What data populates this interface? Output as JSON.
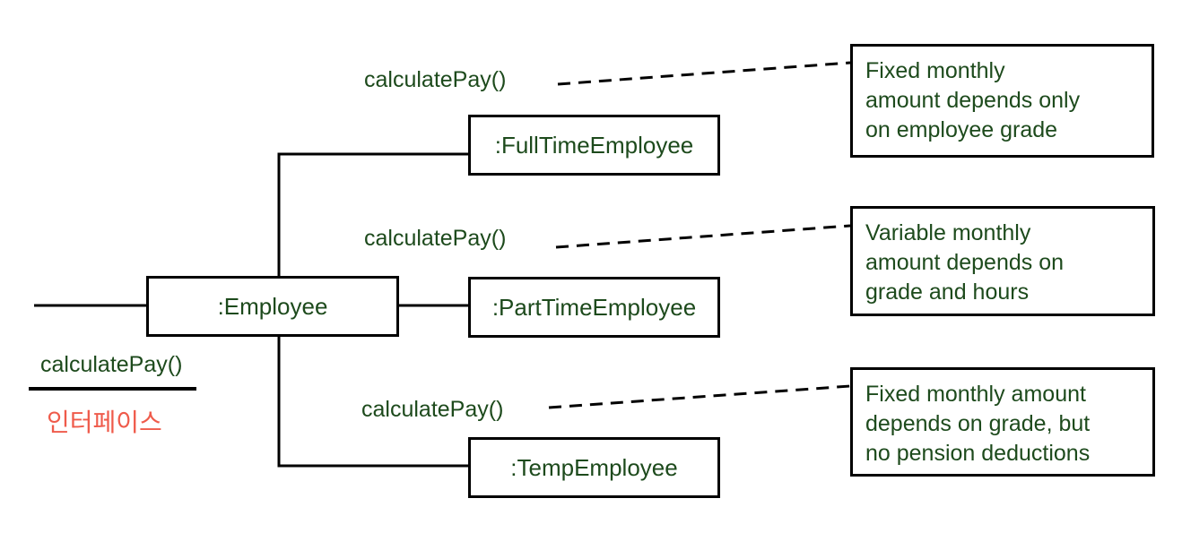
{
  "diagram": {
    "title_semantics": "employee-interface-polymorphism-diagram",
    "interface": {
      "method_label": "calculatePay()",
      "caption": "인터페이스"
    },
    "nodes": {
      "employee": {
        "label": ":Employee"
      },
      "fulltime": {
        "label": ":FullTimeEmployee",
        "method_label": "calculatePay()"
      },
      "parttime": {
        "label": ":PartTimeEmployee",
        "method_label": "calculatePay()"
      },
      "temp": {
        "label": ":TempEmployee",
        "method_label": "calculatePay()"
      }
    },
    "annotations": {
      "fulltime": {
        "line1": "Fixed monthly",
        "line2": "amount depends only",
        "line3": "on employee grade"
      },
      "parttime": {
        "line1": "Variable monthly",
        "line2": "amount depends on",
        "line3": "grade and hours"
      },
      "temp": {
        "line1": "Fixed monthly amount",
        "line2": "depends on grade, but",
        "line3": "no pension deductions"
      }
    },
    "colors": {
      "node_text_green": "#1d4a1c",
      "caption_red": "#ef5b4b",
      "line_black": "#000000",
      "background_white": "#ffffff"
    }
  }
}
